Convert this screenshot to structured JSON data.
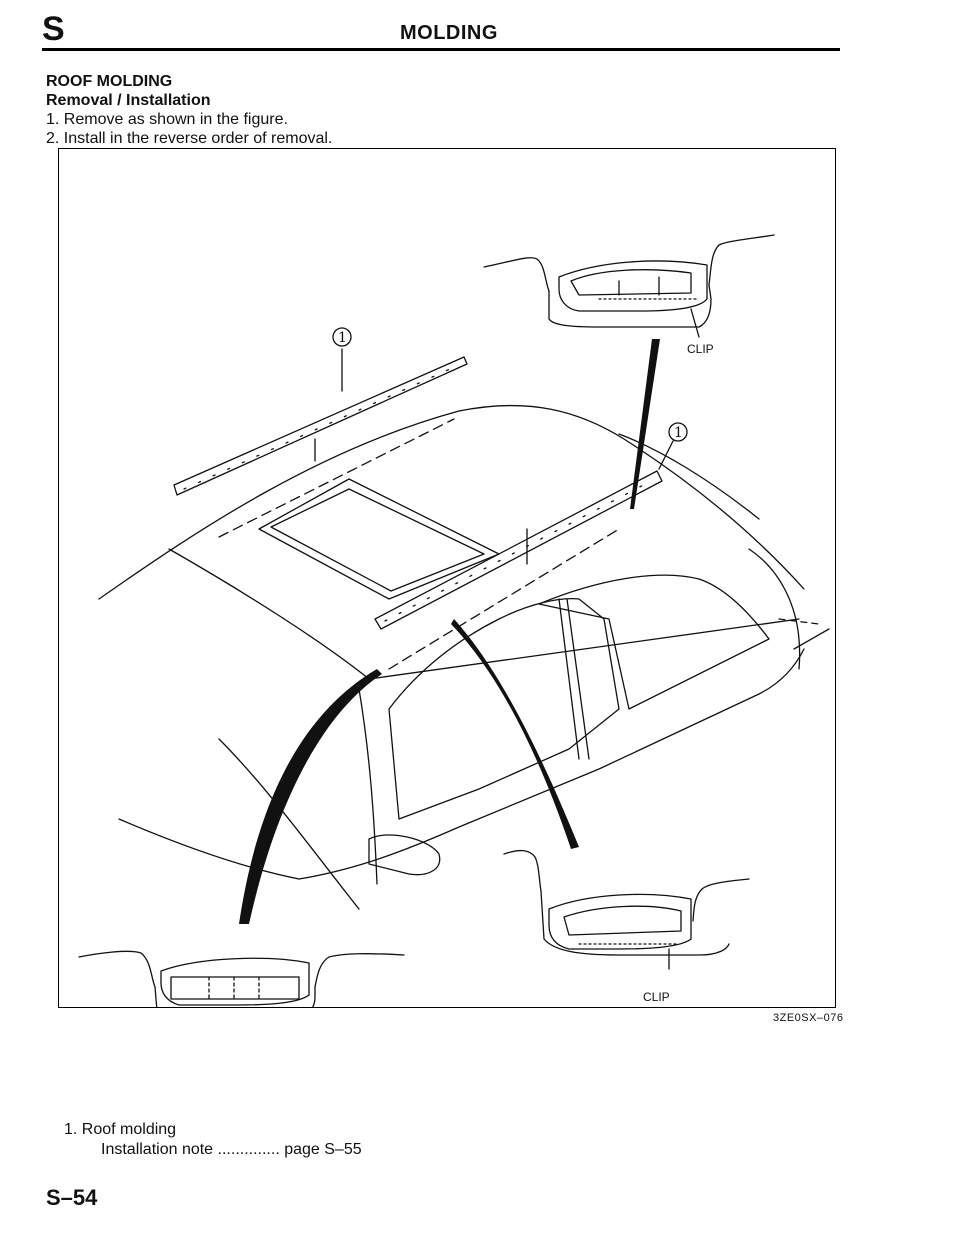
{
  "header": {
    "section_letter": "S",
    "title": "MOLDING"
  },
  "intro": {
    "heading": "ROOF MOLDING",
    "subheading": "Removal / Installation",
    "steps": [
      {
        "num": "1.",
        "text": "Remove as shown in the figure."
      },
      {
        "num": "2.",
        "text": "Install in the reverse order of removal."
      }
    ]
  },
  "figure": {
    "callout_label": "1",
    "clip_label": "CLIP",
    "figure_code": "3ZE0SX–076"
  },
  "legend": {
    "item_num": "1.",
    "item_name": "Roof molding",
    "note_label": "Installation note",
    "leader": "..............",
    "page_ref": "page S–55"
  },
  "footer": {
    "page_number": "S–54"
  }
}
